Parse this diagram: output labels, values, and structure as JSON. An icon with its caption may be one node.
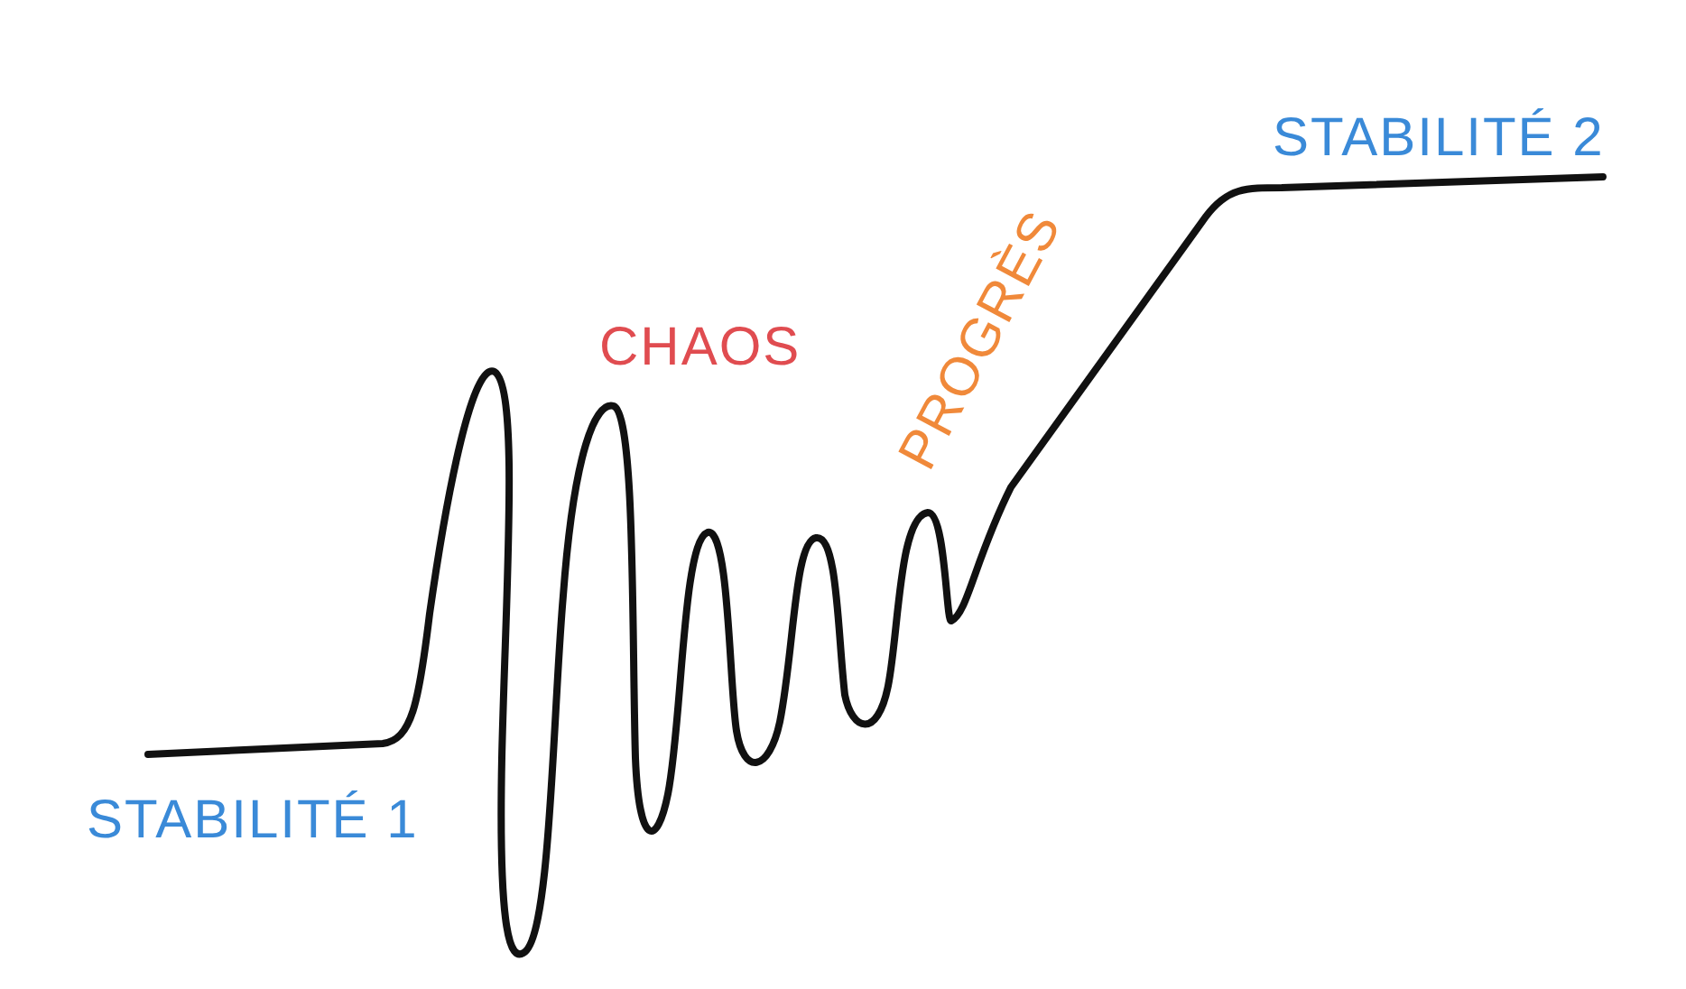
{
  "diagram": {
    "labels": [
      "STABILITÉ 1",
      "CHAOS",
      "PROGRÈS",
      "STABILITÉ 2"
    ]
  }
}
